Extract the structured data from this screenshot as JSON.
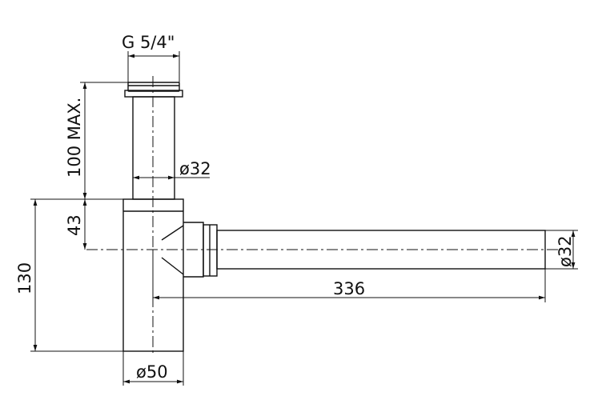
{
  "drawing": {
    "line_color": "#111111",
    "background": "#ffffff",
    "labels": {
      "thread": "G 5/4\"",
      "height_max": "100 MAX.",
      "inlet_diameter": "ø32",
      "offset": "43",
      "total_height": "130",
      "outlet_length": "336",
      "outlet_diameter": "ø32",
      "body_diameter": "ø50"
    }
  }
}
